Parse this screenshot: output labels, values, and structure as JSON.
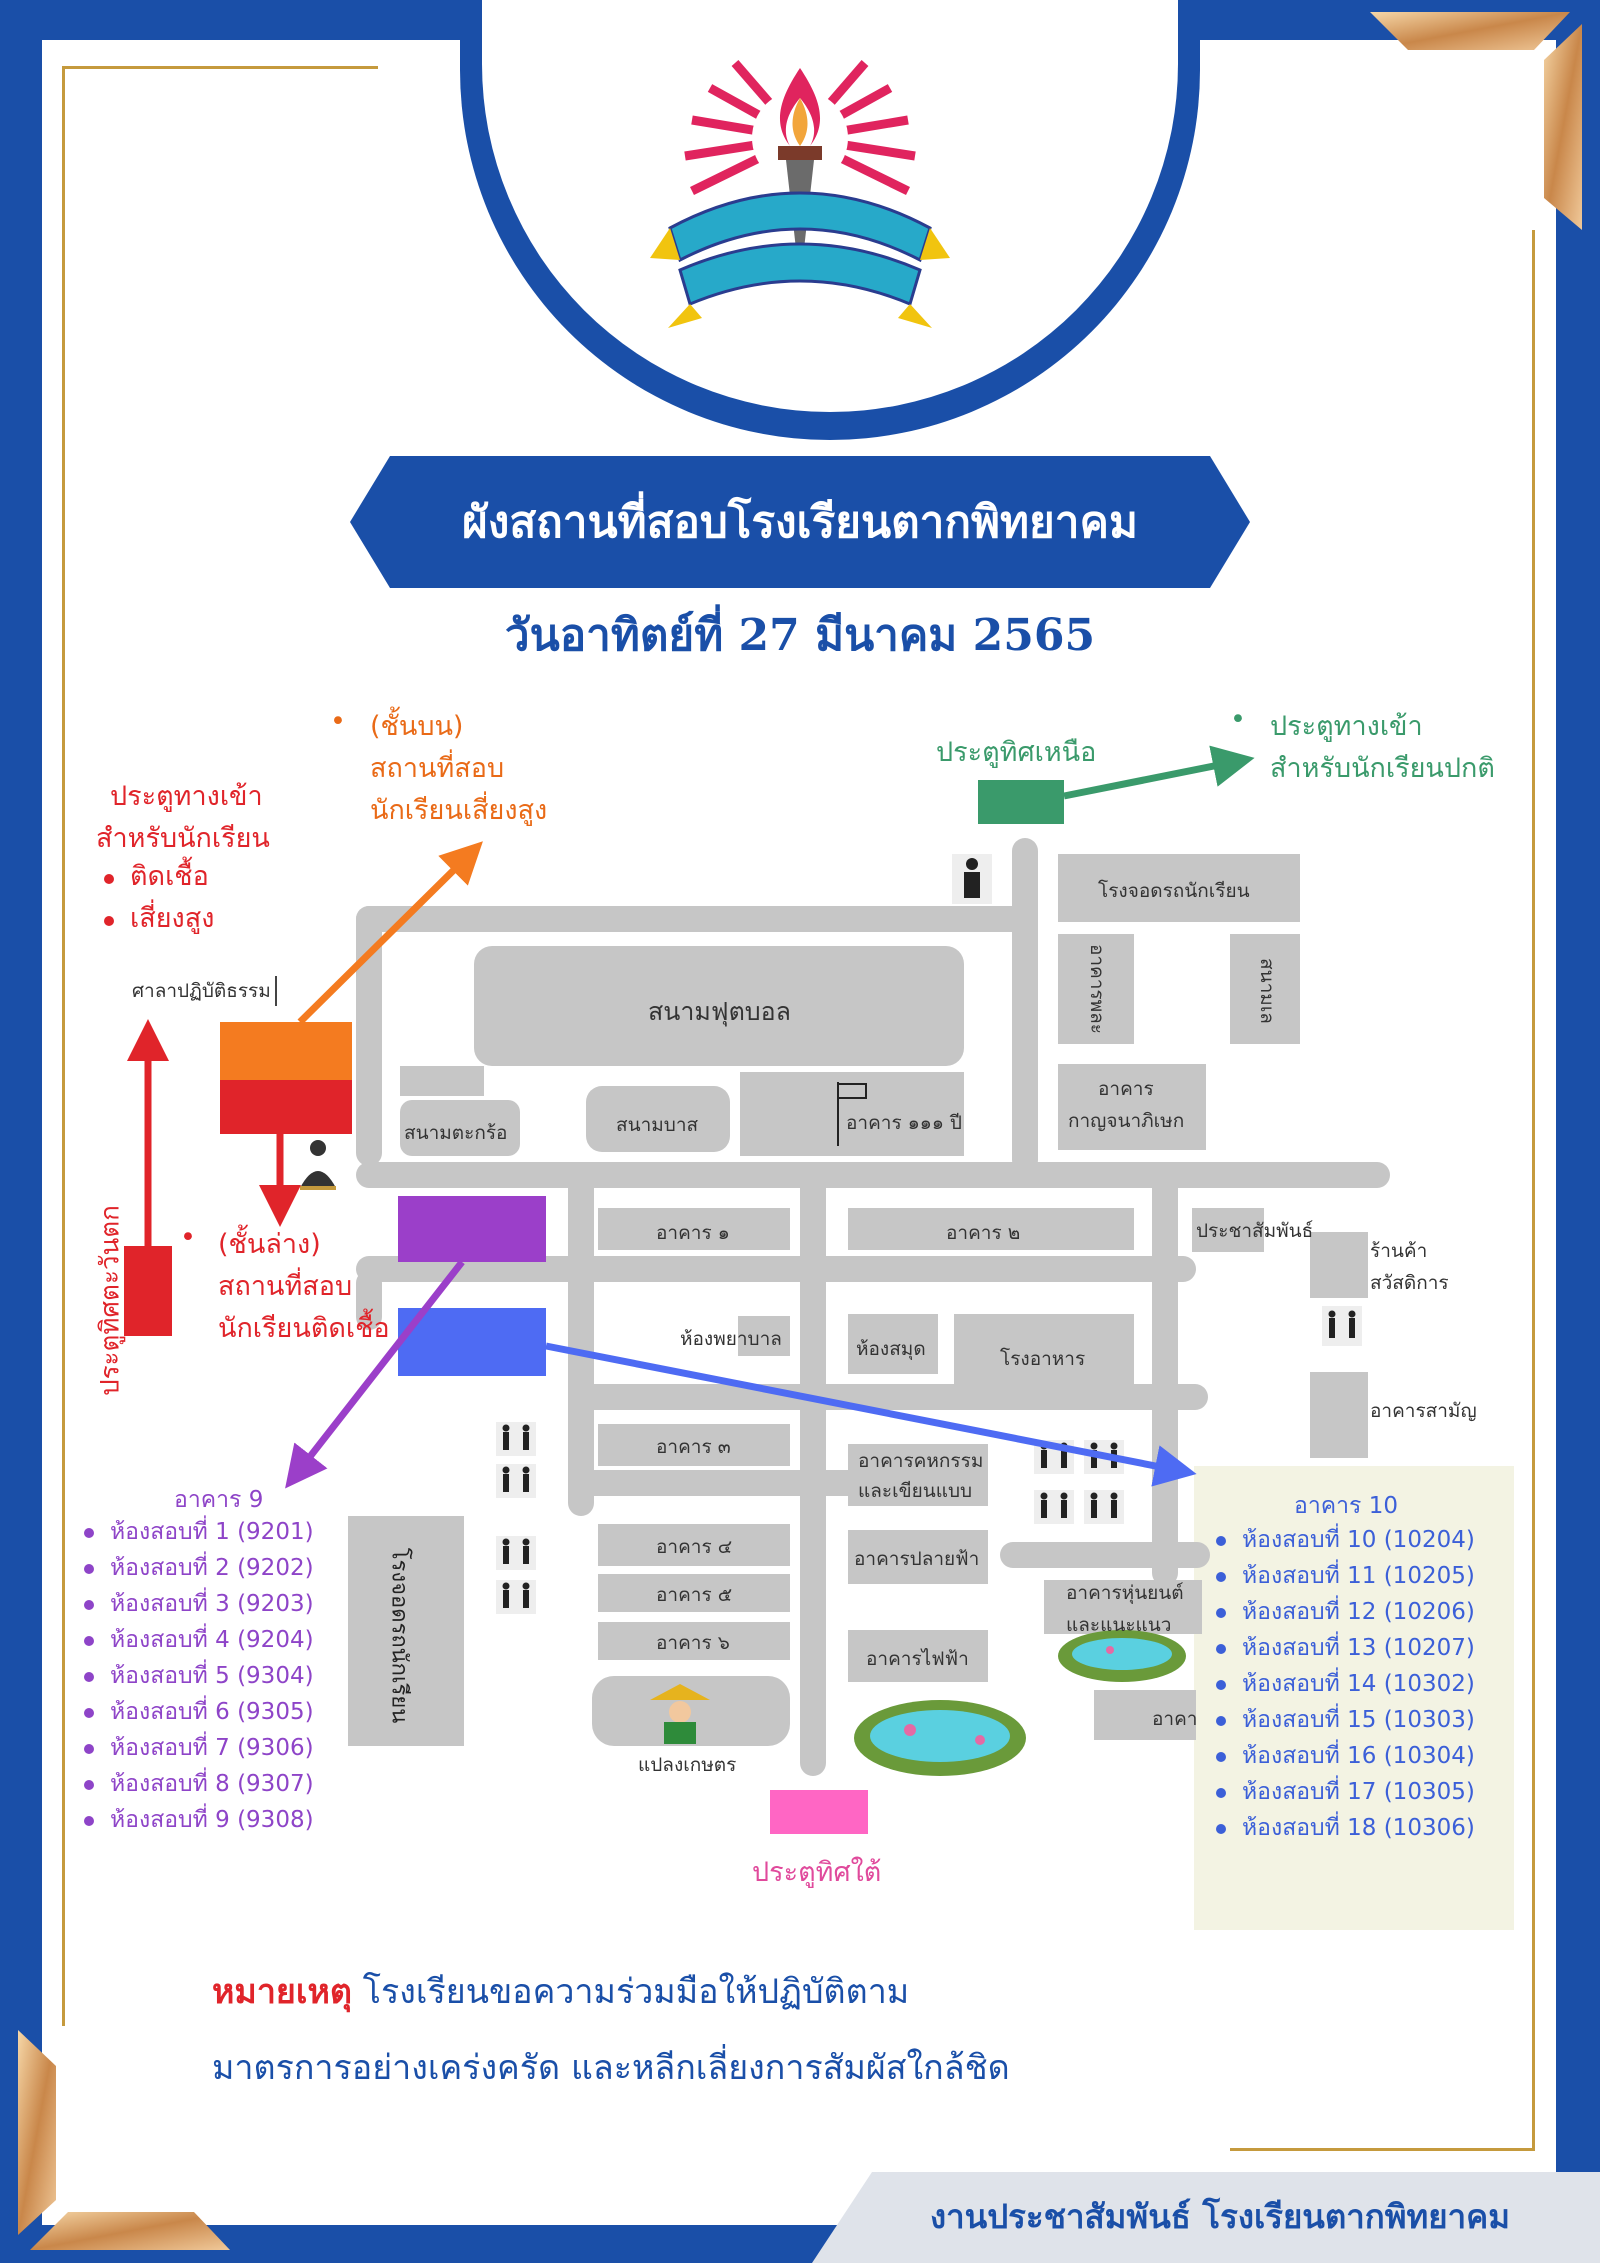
{
  "header": {
    "title": "ผังสถานที่สอบโรงเรียนตากพิทยาคม",
    "date": "วันอาทิตย์ที่ 27 มีนาคม 2565",
    "logo_icon": "torch-logo-icon"
  },
  "colors": {
    "frame_blue": "#1a4fa8",
    "gold": "#c59a3d",
    "red": "#e0242a",
    "orange": "#e96a17",
    "green": "#3a9a6b",
    "purple": "#8e44c8",
    "blue": "#3b5fd8",
    "pink": "#ff66c4",
    "road_gray": "#c4c4c4"
  },
  "left_gate": {
    "title_line1": "ประตูทางเข้า",
    "title_line2": "สำหรับนักเรียน",
    "items": [
      "ติดเชื้อ",
      "เสี่ยงสูง"
    ],
    "west_gate": "ประตูทิศตะวันตก"
  },
  "upper_floor": {
    "line1": "(ชั้นบน)",
    "line2": "สถานที่สอบ",
    "line3": "นักเรียนเสี่ยงสูง"
  },
  "lower_floor": {
    "line1": "(ชั้นล่าง)",
    "line2": "สถานที่สอบ",
    "line3": "นักเรียนติดเชื้อ"
  },
  "north_gate": {
    "label": "ประตูทิศเหนือ",
    "entry_line1": "ประตูทางเข้า",
    "entry_line2": "สำหรับนักเรียนปกติ"
  },
  "south_gate": {
    "label": "ประตูทิศใต้"
  },
  "buildings": {
    "sala": "ศาลาปฏิบัติธรรม",
    "football": "สนามฟุตบอล",
    "takraw": "สนามตะกร้อ",
    "basketball": "สนามบาส",
    "b111": "อาคาร ๑๑๑ ปี",
    "kanchana": "อาคาร",
    "kanchana2": "กาญจนาภิเษก",
    "parking_top": "โรงจอดรถนักเรียน",
    "sports_bld": "อาคารพละ",
    "field_small": "สนามเล",
    "b1": "อาคาร ๑",
    "b2": "อาคาร ๒",
    "pr": "ประชาสัมพันธ์",
    "shop1": "ร้านค้า",
    "shop2": "สวัสดิการ",
    "nurse": "ห้องพยาบาล",
    "library": "ห้องสมุด",
    "canteen": "โรงอาหาร",
    "general": "อาคารสามัญ",
    "b3": "อาคาร ๓",
    "home_ec1": "อาคารคหกรรม",
    "home_ec2": "และเขียนแบบ",
    "b4": "อาคาร ๔",
    "b5": "อาคาร ๕",
    "b6": "อาคาร ๖",
    "plaifah": "อาคารปลายฟ้า",
    "robot1": "อาคารหุ่นยนต์",
    "robot2": "และแนะแนว",
    "electric": "อาคารไฟฟ้า",
    "farm": "แปลงเกษตร",
    "parking_left": "โรงจอดรถนักเรียน",
    "partial": "อาคา"
  },
  "building9": {
    "title": "อาคาร 9",
    "rooms": [
      "ห้องสอบที่ 1 (9201)",
      "ห้องสอบที่ 2 (9202)",
      "ห้องสอบที่ 3 (9203)",
      "ห้องสอบที่ 4 (9204)",
      "ห้องสอบที่ 5 (9304)",
      "ห้องสอบที่ 6 (9305)",
      "ห้องสอบที่ 7 (9306)",
      "ห้องสอบที่ 8 (9307)",
      "ห้องสอบที่ 9 (9308)"
    ]
  },
  "building10": {
    "title": "อาคาร 10",
    "rooms": [
      "ห้องสอบที่ 10 (10204)",
      "ห้องสอบที่ 11 (10205)",
      "ห้องสอบที่ 12 (10206)",
      "ห้องสอบที่ 13 (10207)",
      "ห้องสอบที่ 14 (10302)",
      "ห้องสอบที่ 15 (10303)",
      "ห้องสอบที่ 16 (10304)",
      "ห้องสอบที่ 17 (10305)",
      "ห้องสอบที่ 18 (10306)"
    ]
  },
  "note": {
    "label": "หมายเหตุ",
    "line1": "โรงเรียนขอความร่วมมือให้ปฏิบัติตาม",
    "line2": "มาตรการอย่างเคร่งครัด และหลีกเลี่ยงการสัมผัสใกล้ชิด"
  },
  "footer": {
    "text": "งานประชาสัมพันธ์ โรงเรียนตากพิทยาคม"
  }
}
